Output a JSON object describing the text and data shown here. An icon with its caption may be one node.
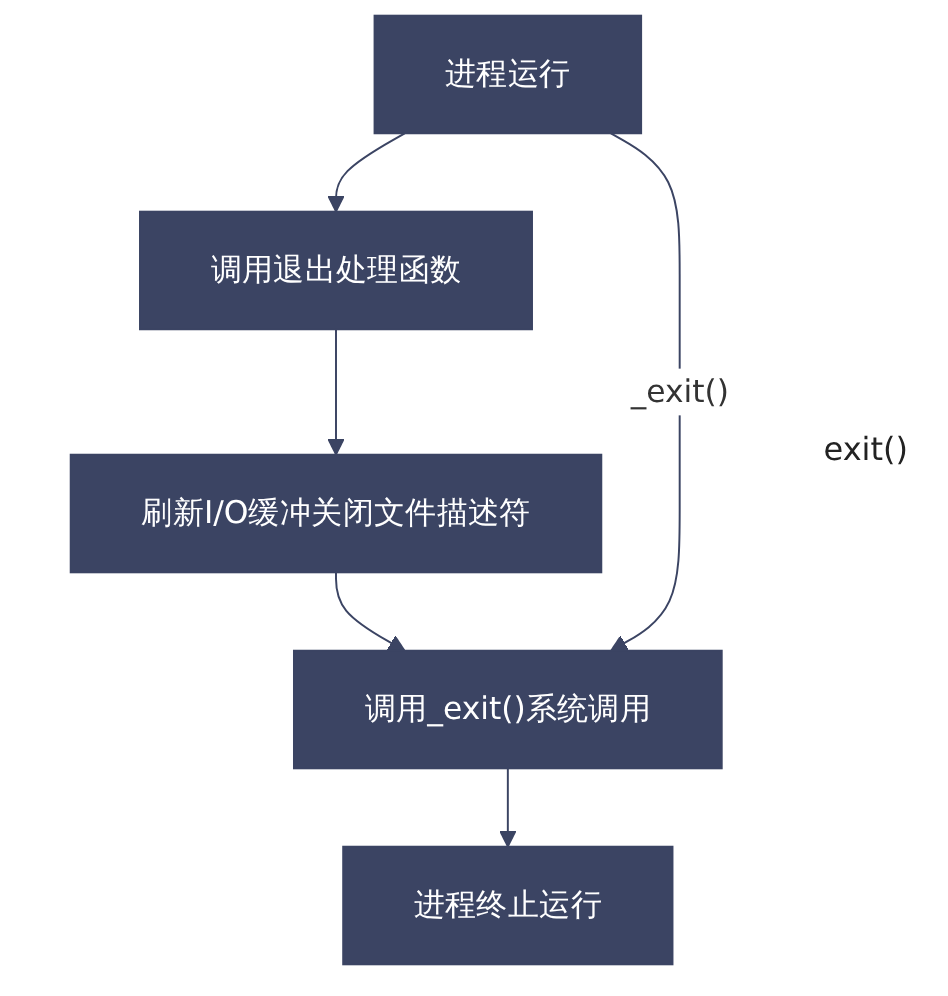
{
  "diagram": {
    "nodes": [
      {
        "text": [
          "进程运行"
        ]
      },
      {
        "text": [
          "调用退出处理函数"
        ]
      },
      {
        "text": [
          "刷新I/O缓冲关闭文件描述符"
        ]
      },
      {
        "text": [
          "调用_exit()系统调用"
        ]
      },
      {
        "text": [
          "进程终止运行"
        ]
      }
    ],
    "edges": [
      {
        "from": 0,
        "to": 1,
        "arrow": "to"
      },
      {
        "from": 1,
        "to": 2,
        "arrow": "to"
      },
      {
        "from": 2,
        "to": 3,
        "arrow": "to"
      },
      {
        "from": 0,
        "to": 3,
        "arrow": "to",
        "label": "_exit()"
      },
      {
        "from": 3,
        "to": 4,
        "arrow": "to"
      }
    ],
    "labels": [
      "exit()"
    ]
  }
}
